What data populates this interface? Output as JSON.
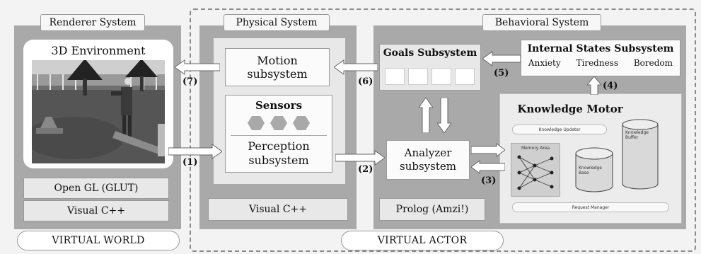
{
  "renderer": {
    "title": "Renderer System",
    "env_title": "3D Environment",
    "opengl": "Open GL (GLUT)",
    "vcpp": "Visual C++"
  },
  "physical": {
    "title": "Physical System",
    "motion": "Motion subsystem",
    "sensors": "Sensors",
    "perception": "Perception subsystem",
    "vcpp": "Visual C++"
  },
  "behavioral": {
    "title": "Behavioral System",
    "goals": "Goals Subsystem",
    "internal_title": "Internal States Subsystem",
    "states": [
      "Anxiety",
      "Tiredness",
      "Boredom"
    ],
    "analyzer": "Analyzer subsystem",
    "prolog": "Prolog (Amzi!)",
    "knowledge_motor": "Knowledge Motor",
    "km_updater": "Knowledge Updater",
    "km_memory": "Memory Area",
    "km_base": "Knowledge Base",
    "km_buffer": "Knowledge Buffer",
    "km_request": "Request Manager"
  },
  "arrow_labels": [
    "(1)",
    "(2)",
    "(3)",
    "(4)",
    "(5)",
    "(6)",
    "(7)"
  ],
  "footer": {
    "virtual_world": "VIRTUAL WORLD",
    "virtual_actor": "VIRTUAL ACTOR"
  }
}
